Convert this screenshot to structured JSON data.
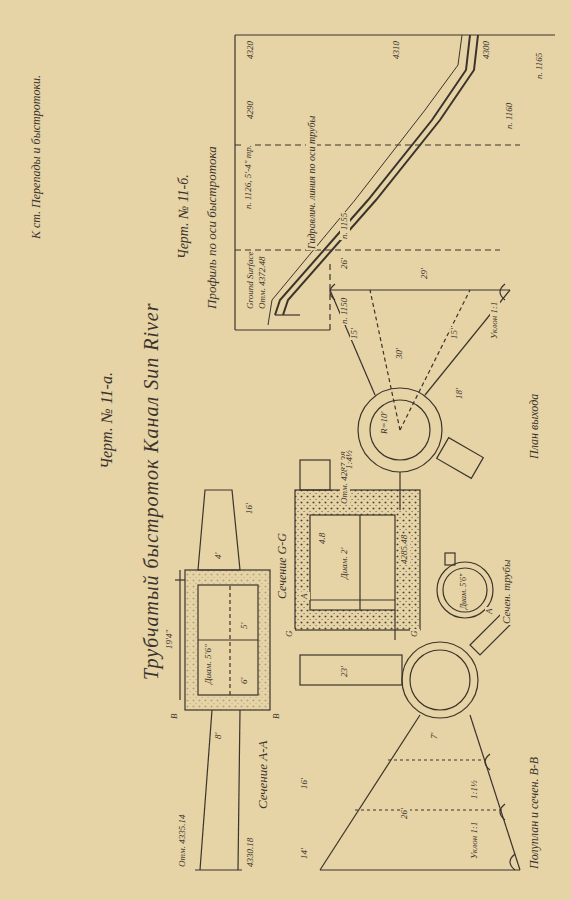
{
  "diagram": {
    "title": "Трубчатый быстроток  Канал Sun River",
    "labels": [
      "К ст. Перепады и быстротоки.",
      "Черт. № 11-а.",
      "Черт. № 11-б.",
      "Профиль по оси быстротока",
      "Сечение А-А",
      "Сечение G-G",
      "Полуплан и сечен. В-В",
      "Сечен. трубы",
      "План выхода",
      "Ground Surface",
      "Отм. 4372.48",
      "п. 1126, 5'-4\" тр.",
      "Гидравлич. линия по оси трубы",
      "п. 1150",
      "п. 1155",
      "п. 1160",
      "п. 1165",
      "4320",
      "4310",
      "4300",
      "4290",
      "Отм. 4335.14",
      "4330.18",
      "8'",
      "6'",
      "5'",
      "4'",
      "19'4\"",
      "16'",
      "Диам. 5'6\"",
      "B",
      "B",
      "14'",
      "16'",
      "26'",
      "7'",
      "23'",
      "A",
      "A",
      "Уклон 1:1",
      "1:1½",
      "Диам. 2'",
      "4.8",
      "Отм. 4287.38",
      "4285.48",
      "G",
      "G",
      "Диам. 5'6\"",
      "30'",
      "15'",
      "15'",
      "29'",
      "26'",
      "18'",
      "R=10'",
      "Уклон 1:1",
      "1:4½"
    ]
  }
}
